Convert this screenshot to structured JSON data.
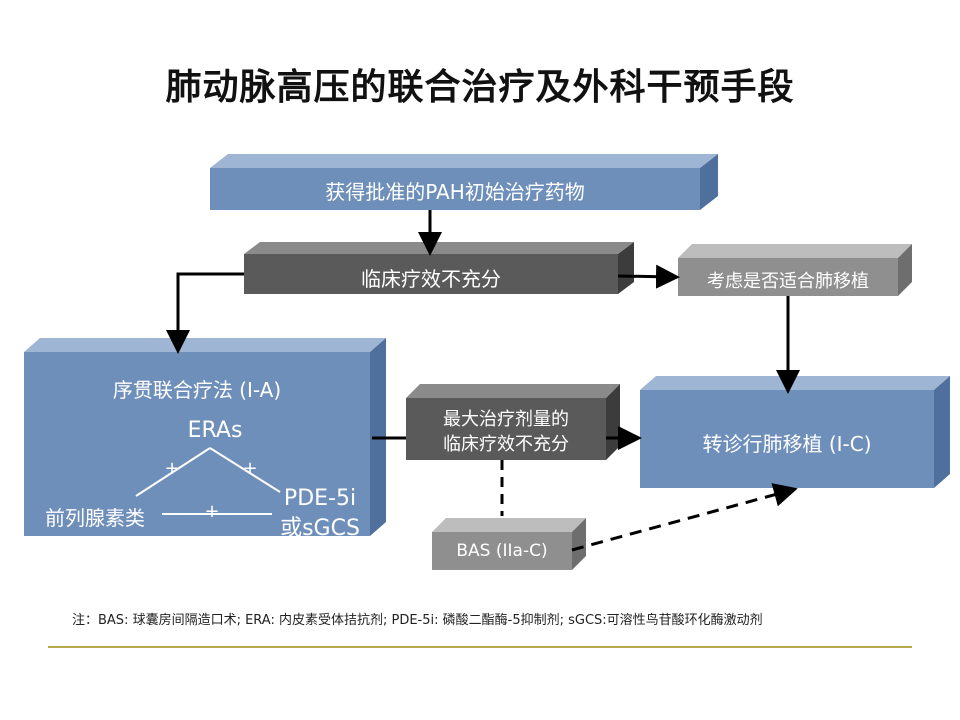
{
  "title": "肺动脉高压的联合治疗及外科干预手段",
  "boxes": {
    "approved": "获得批准的PAH初始治疗药物",
    "insufficient": "临床疗效不充分",
    "consider": "考虑是否适合肺移植",
    "sequential": "序贯联合疗法 (I-A)",
    "max_dose_line1": "最大治疗剂量的",
    "max_dose_line2": "临床疗效不充分",
    "referral": "转诊行肺移植 (I-C)",
    "bas": "BAS (IIa-C)"
  },
  "triangle": {
    "eras": "ERAs",
    "prostanoids": "前列腺素类",
    "pde_line1": "PDE-5i",
    "pde_line2": "或sGCS",
    "plus": "+"
  },
  "footnote": "注：BAS: 球囊房间隔造口术; ERA: 内皮素受体拮抗剂; PDE-5i: 磷酸二酯酶-5抑制剂; sGCS:可溶性鸟苷酸环化酶激动剂",
  "colors": {
    "blue": "#6f8fbb",
    "dark_gray": "#5a5a5a",
    "light_gray": "#8f8f8f",
    "rule": "#b9a84a"
  }
}
